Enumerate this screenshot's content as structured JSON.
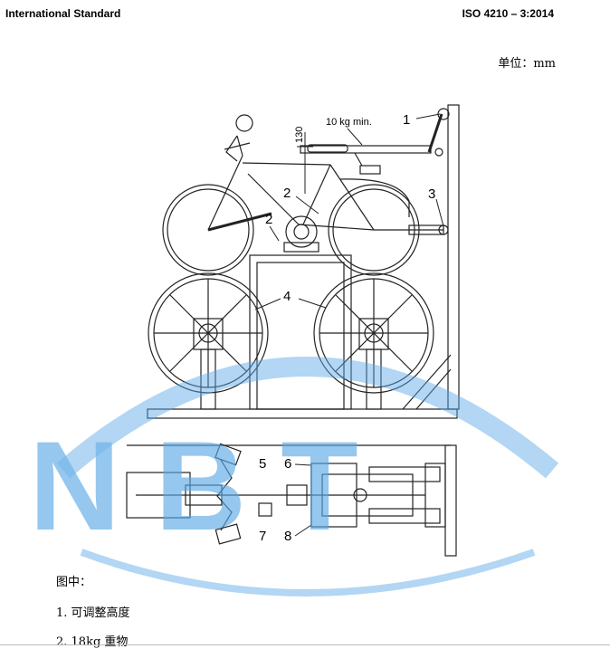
{
  "header": {
    "left": "International Standard",
    "right": "ISO 4210 – 3:2014"
  },
  "unit_label": "单位：mm",
  "figure": {
    "dimension_130": "130",
    "mass_label": "10 kg min.",
    "callouts": [
      "1",
      "2",
      "2",
      "3",
      "4",
      "5",
      "6",
      "7",
      "8"
    ]
  },
  "watermark": {
    "text": "NBT",
    "color": "#5aa8e6"
  },
  "legend": {
    "title": "图中：",
    "items": [
      "1. 可调整高度",
      "2. 18kg 重物"
    ]
  }
}
